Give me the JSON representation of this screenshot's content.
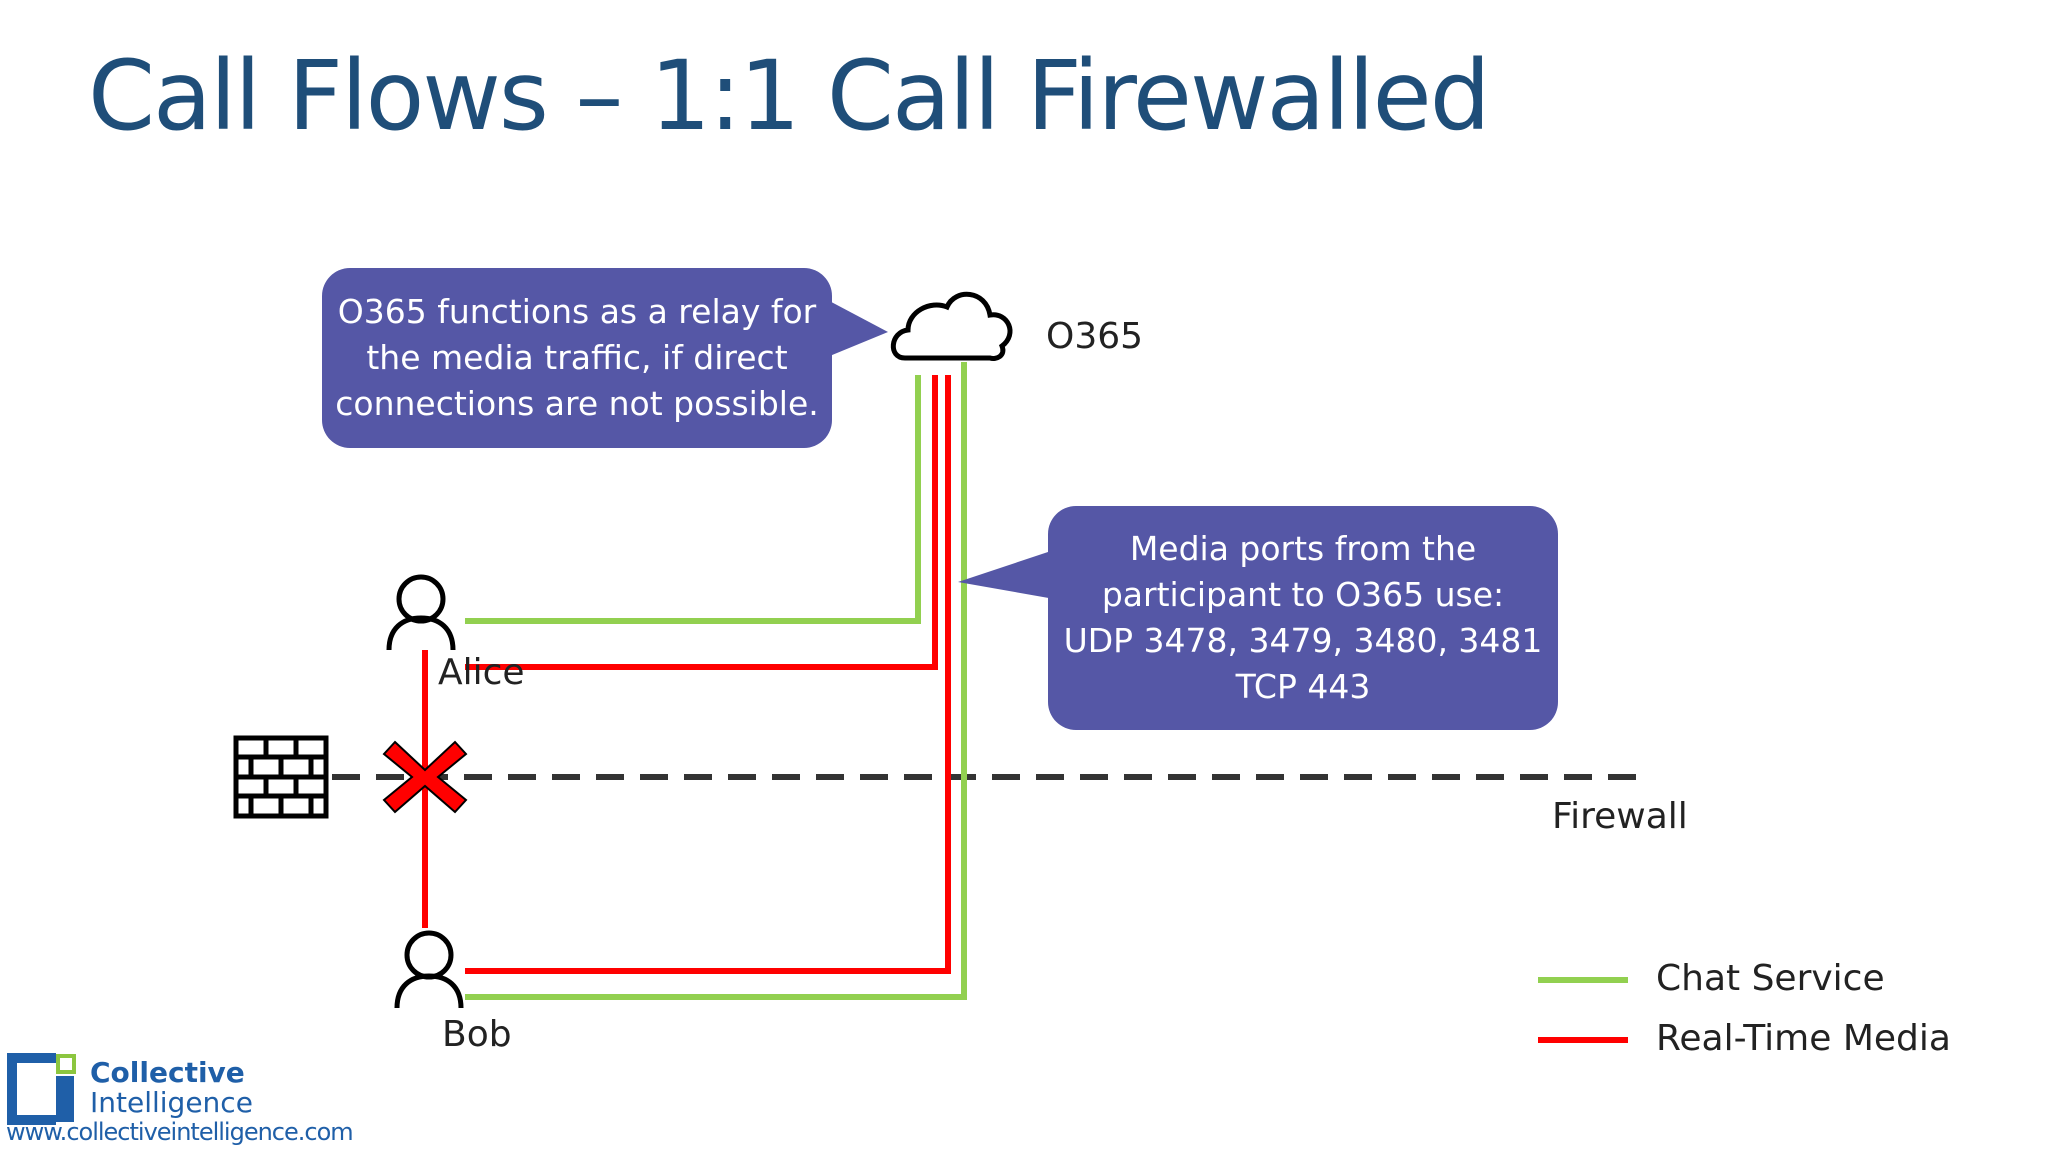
{
  "slide": {
    "title": "Call Flows – 1:1 Call Firewalled"
  },
  "nodes": {
    "cloud_label": "O365",
    "alice_label": "Alice",
    "bob_label": "Bob",
    "firewall_label": "Firewall"
  },
  "callouts": {
    "relay": {
      "lines": [
        "O365 functions as a relay for",
        "the media traffic, if direct",
        "connections are not possible."
      ]
    },
    "ports": {
      "lines": [
        "Media ports from the",
        "participant to O365 use:",
        "UDP 3478, 3479, 3480, 3481",
        "TCP 443"
      ]
    }
  },
  "legend": {
    "items": [
      {
        "label": "Chat Service",
        "color": "#92d050"
      },
      {
        "label": "Real-Time Media",
        "color": "#ff0000"
      }
    ]
  },
  "logo": {
    "line1": "Collective",
    "line2": "Intelligence",
    "url": "www.collectiveintelligence.com",
    "colors": {
      "blue": "#1f5fa8",
      "green": "#8cc63f"
    }
  },
  "colors": {
    "title": "#1f4e79",
    "callout": "#5557a6",
    "chat": "#92d050",
    "media": "#ff0000",
    "firewall_line": "#333333"
  }
}
